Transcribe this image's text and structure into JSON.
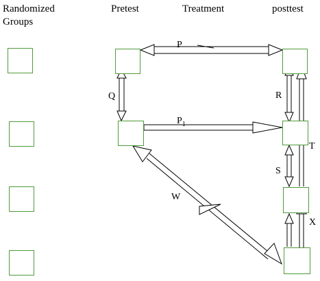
{
  "headers": {
    "groups": "Randomized Groups",
    "pretest": "Pretest",
    "treatment": "Treatment",
    "posttest": "posttest"
  },
  "paths": {
    "P": "P",
    "P1_base": "P",
    "P1_sub": "1",
    "Q": "Q",
    "R": "R",
    "S": "S",
    "T": "T",
    "W": "W",
    "X": "X"
  },
  "colors": {
    "box_border": "#4f9a3a",
    "arrow": "#000000"
  }
}
